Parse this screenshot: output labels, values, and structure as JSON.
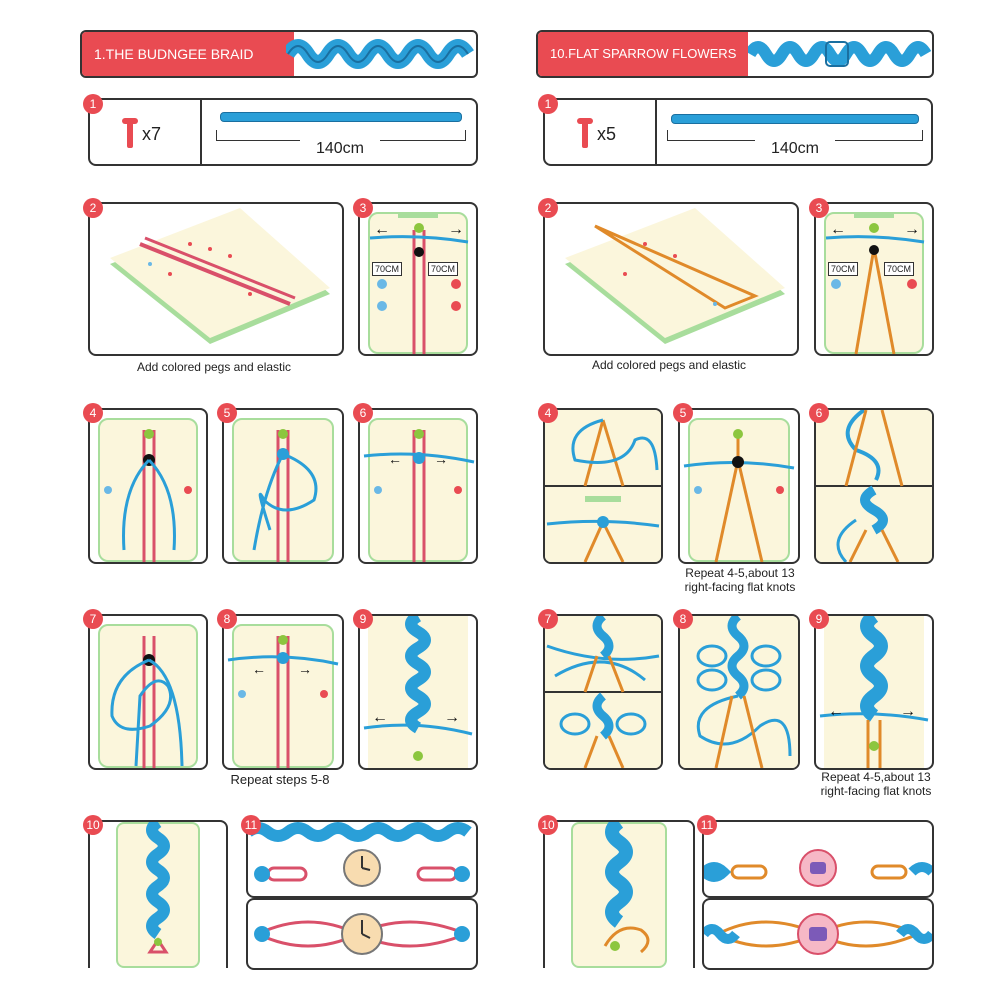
{
  "left": {
    "title": "1.THE BUDNGEE BRAID",
    "peg_count": "x7",
    "cord_length": "140cm",
    "step2_caption": "Add colored pegs and elastic",
    "measure_left": "70CM",
    "measure_right": "70CM",
    "repeat_caption": "Repeat steps 5-8",
    "step_numbers": [
      "1",
      "2",
      "3",
      "4",
      "5",
      "6",
      "7",
      "8",
      "9",
      "10",
      "11"
    ]
  },
  "right": {
    "title": "10.FLAT SPARROW FLOWERS",
    "peg_count": "x5",
    "cord_length": "140cm",
    "step2_caption": "Add colored pegs and elastic",
    "measure_left": "70CM",
    "measure_right": "70CM",
    "repeat_caption_a_line1": "Repeat 4-5,about 13",
    "repeat_caption_a_line2": "right-facing flat knots",
    "repeat_caption_b_line1": "Repeat 4-5,about 13",
    "repeat_caption_b_line2": "right-facing flat knots",
    "step_numbers": [
      "1",
      "2",
      "3",
      "4",
      "5",
      "6",
      "7",
      "8",
      "9",
      "10",
      "11"
    ]
  },
  "colors": {
    "banner_red": "#e94b52",
    "cord_blue": "#2a9fd8",
    "elastic_pink": "#d9506a",
    "elastic_orange": "#e08a2a",
    "board_cream": "#fbf6dc",
    "board_green": "#a8dd9c",
    "peg_red": "#e94b52",
    "peg_blue": "#6ab8e6"
  },
  "icons": [
    "peg-icon",
    "arrow-left-icon",
    "arrow-right-icon",
    "watch-icon",
    "badge-icon"
  ]
}
